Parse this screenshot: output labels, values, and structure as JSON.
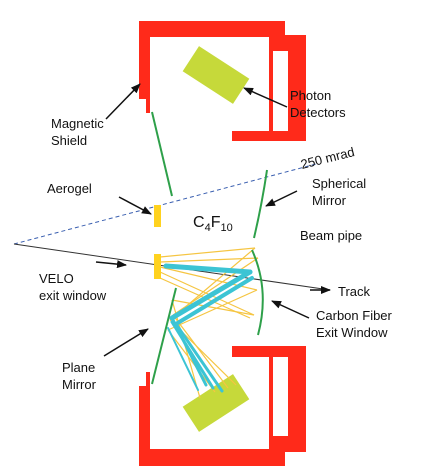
{
  "labels": {
    "magnetic_shield": [
      "Magnetic",
      "Shield"
    ],
    "photon_detectors": [
      "Photon",
      "Detectors"
    ],
    "angle": "250 mrad",
    "spherical_mirror": [
      "Spherical",
      "Mirror"
    ],
    "aerogel": "Aerogel",
    "gas": {
      "c": "C",
      "sub4": "4",
      "f": "F",
      "sub10": "10"
    },
    "beam_pipe": "Beam pipe",
    "velo_exit": [
      "VELO",
      "exit window"
    ],
    "track": "Track",
    "carbon_fiber": [
      "Carbon Fiber",
      "Exit Window"
    ],
    "plane_mirror": [
      "Plane",
      "Mirror"
    ]
  },
  "colors": {
    "shield": "#ff2a1a",
    "detector": "#c6d93a",
    "mirror": "#2ea04a",
    "aerogel": "#ffd21f",
    "photon_rays": "#f5c542",
    "cyan_rays": "#3cc4d4",
    "acceptance_line": "#3a5fb0",
    "track": "#333333",
    "text": "#111111"
  },
  "icons": {
    "arrow": "arrowhead-icon"
  }
}
